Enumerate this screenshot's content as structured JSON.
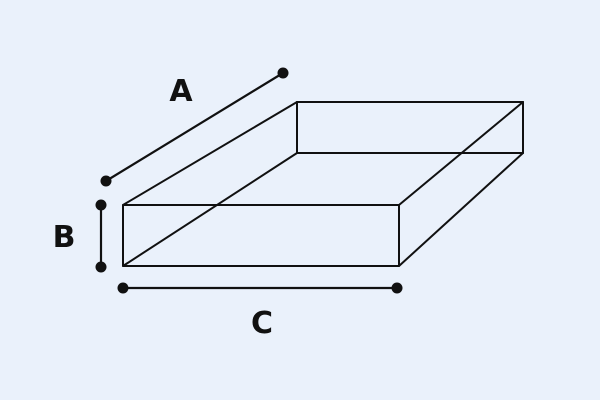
{
  "colors": {
    "background": "#eaf1fb",
    "stroke": "#111111"
  },
  "labels": {
    "a": "A",
    "b": "B",
    "c": "C"
  }
}
